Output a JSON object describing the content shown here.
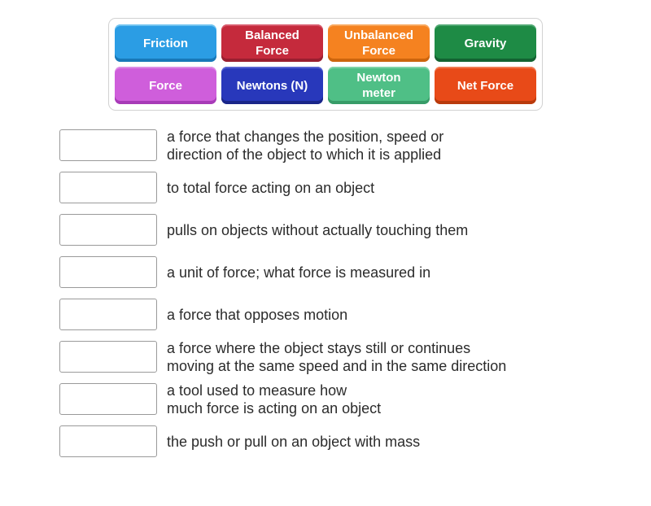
{
  "word_bank": {
    "tiles": [
      {
        "label": "Friction",
        "color": "#2b9de4",
        "color_light": "#6fc3f0",
        "color_dark": "#1878b8"
      },
      {
        "label": "Balanced\nForce",
        "color": "#c52a3c",
        "color_light": "#d8596b",
        "color_dark": "#991f30"
      },
      {
        "label": "Unbalanced\nForce",
        "color": "#f58220",
        "color_light": "#f8a75c",
        "color_dark": "#cc650d"
      },
      {
        "label": "Gravity",
        "color": "#1e8b45",
        "color_light": "#4fa872",
        "color_dark": "#136231"
      },
      {
        "label": "Force",
        "color": "#cf5edb",
        "color_light": "#dd8ce6",
        "color_dark": "#a83bb8"
      },
      {
        "label": "Newtons (N)",
        "color": "#2838bb",
        "color_light": "#5563d0",
        "color_dark": "#1a2689"
      },
      {
        "label": "Newton\nmeter",
        "color": "#4fbf86",
        "color_light": "#7fd3a8",
        "color_dark": "#379c68"
      },
      {
        "label": "Net Force",
        "color": "#e84a18",
        "color_light": "#f07a52",
        "color_dark": "#b93a0c"
      }
    ]
  },
  "rows": [
    {
      "definition": "a force that changes the position, speed or\ndirection of the object to which it is applied"
    },
    {
      "definition": "to total force acting on an object"
    },
    {
      "definition": "pulls on objects without actually touching them"
    },
    {
      "definition": "a unit of force; what force is measured in"
    },
    {
      "definition": "a force that opposes motion"
    },
    {
      "definition": "a force where the object stays still or continues\nmoving at the same speed and in the same direction"
    },
    {
      "definition": "a tool used to measure how\nmuch force is acting on an object"
    },
    {
      "definition": "the push or pull on an object with mass"
    }
  ]
}
